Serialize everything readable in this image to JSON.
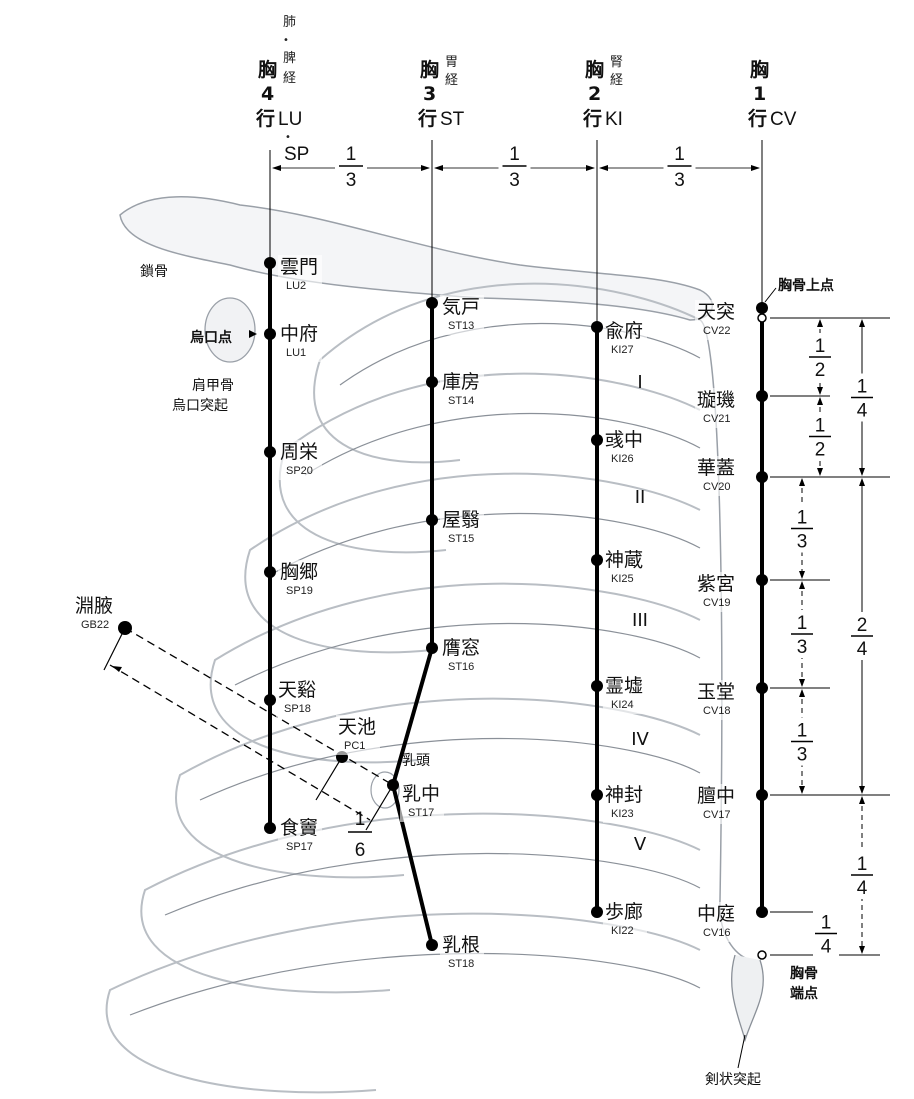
{
  "columns": [
    {
      "head": "胸",
      "num": "4",
      "row": "行",
      "meridian_top": [
        "肺",
        "•",
        "脾",
        "経"
      ],
      "code": "LU",
      "dot": "•",
      "code2": "SP"
    },
    {
      "head": "胸",
      "num": "3",
      "row": "行",
      "meridian_top": [
        "胃",
        "経"
      ],
      "code": "ST"
    },
    {
      "head": "胸",
      "num": "2",
      "row": "行",
      "meridian_top": [
        "腎",
        "経"
      ],
      "code": "KI"
    },
    {
      "head": "胸",
      "num": "1",
      "row": "行",
      "meridian_top": [],
      "code": "CV"
    }
  ],
  "top_fractions": [
    {
      "num": "1",
      "den": "3"
    },
    {
      "num": "1",
      "den": "3"
    },
    {
      "num": "1",
      "den": "3"
    }
  ],
  "points": {
    "lu_sp": [
      {
        "name": "雲門",
        "code": "LU2"
      },
      {
        "name": "中府",
        "code": "LU1"
      },
      {
        "name": "周栄",
        "code": "SP20"
      },
      {
        "name": "胸郷",
        "code": "SP19"
      },
      {
        "name": "天谿",
        "code": "SP18"
      },
      {
        "name": "食竇",
        "code": "SP17"
      }
    ],
    "st": [
      {
        "name": "気戸",
        "code": "ST13"
      },
      {
        "name": "庫房",
        "code": "ST14"
      },
      {
        "name": "屋翳",
        "code": "ST15"
      },
      {
        "name": "膺窓",
        "code": "ST16"
      },
      {
        "name": "乳中",
        "code": "ST17"
      },
      {
        "name": "乳根",
        "code": "ST18"
      }
    ],
    "ki": [
      {
        "name": "兪府",
        "code": "KI27"
      },
      {
        "name": "彧中",
        "code": "KI26"
      },
      {
        "name": "神蔵",
        "code": "KI25"
      },
      {
        "name": "霊墟",
        "code": "KI24"
      },
      {
        "name": "神封",
        "code": "KI23"
      },
      {
        "name": "歩廊",
        "code": "KI22"
      }
    ],
    "cv": [
      {
        "name": "天突",
        "code": "CV22"
      },
      {
        "name": "璇璣",
        "code": "CV21"
      },
      {
        "name": "華蓋",
        "code": "CV20"
      },
      {
        "name": "紫宮",
        "code": "CV19"
      },
      {
        "name": "玉堂",
        "code": "CV18"
      },
      {
        "name": "膻中",
        "code": "CV17"
      },
      {
        "name": "中庭",
        "code": "CV16"
      }
    ],
    "other": [
      {
        "name": "天池",
        "code": "PC1"
      },
      {
        "name": "淵腋",
        "code": "GB22"
      }
    ]
  },
  "labels": {
    "clavicle": "鎖骨",
    "coracoid_point": "烏口点",
    "scapula_line1": "肩甲骨",
    "scapula_line2": "烏口突起",
    "nipple": "乳頭",
    "sternum_top": "胸骨上点",
    "sternum_end_line1": "胸骨",
    "sternum_end_line2": "端点",
    "xiphoid": "剣状突起",
    "nipple_fraction_num": "1",
    "nipple_fraction_den": "6"
  },
  "rib_numerals": [
    "I",
    "II",
    "III",
    "IV",
    "V"
  ],
  "right_fractions": [
    {
      "num": "1",
      "den": "2"
    },
    {
      "num": "1",
      "den": "2"
    },
    {
      "num": "1",
      "den": "4"
    },
    {
      "num": "1",
      "den": "3"
    },
    {
      "num": "1",
      "den": "3"
    },
    {
      "num": "1",
      "den": "3"
    },
    {
      "num": "2",
      "den": "4"
    },
    {
      "num": "1",
      "den": "4"
    },
    {
      "num": "1",
      "den": "4"
    }
  ]
}
